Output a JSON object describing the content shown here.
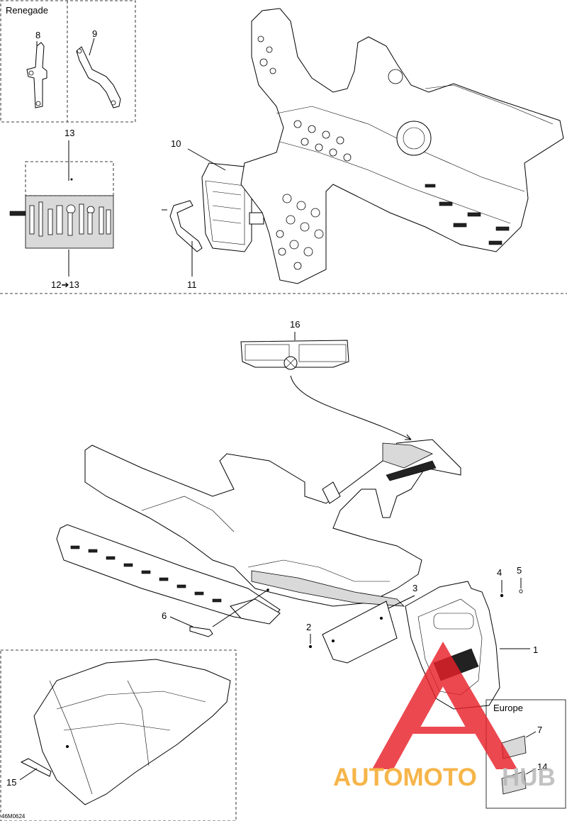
{
  "variants": {
    "renegade": "Renegade",
    "europe": "Europe"
  },
  "callouts": {
    "c1": "1",
    "c2": "2",
    "c3": "3",
    "c4": "4",
    "c5": "5",
    "c6": "6",
    "c7": "7",
    "c8": "8",
    "c9": "9",
    "c10": "10",
    "c11": "11",
    "c12_13": "12➔13",
    "c13": "13",
    "c14": "14",
    "c15": "15",
    "c16": "16"
  },
  "drawing_code": "46M0624",
  "watermark": {
    "part1": "AUTOMOTO",
    "part2": "HUB"
  },
  "colors": {
    "watermark_red": "#e8202a",
    "watermark_orange": "#f5a623",
    "watermark_grey": "#b5b5b5"
  }
}
